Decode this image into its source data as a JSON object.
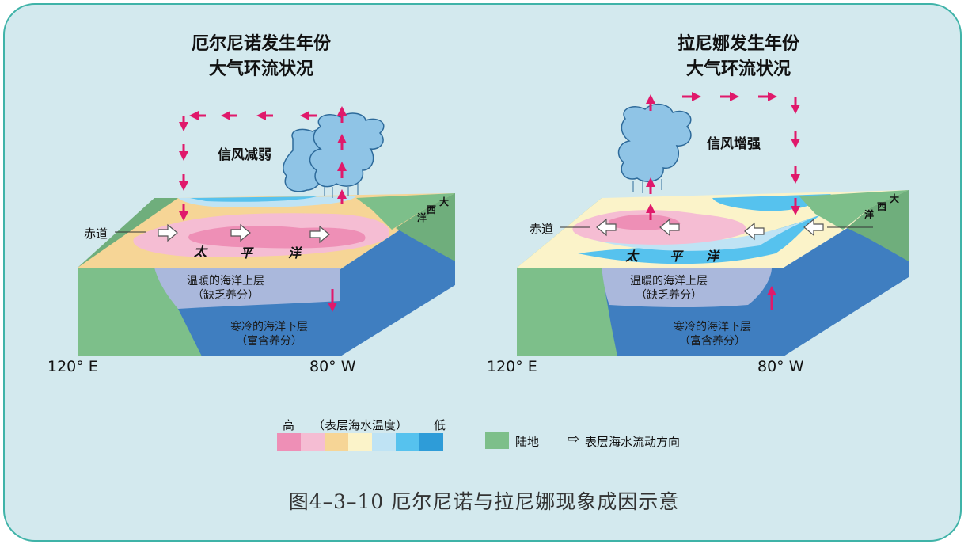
{
  "left_panel": {
    "title_line1": "厄尔尼诺发生年份",
    "title_line2": "大气环流状况",
    "wind_label": "信风减弱",
    "equator_label": "赤道",
    "pacific_chars": [
      "太",
      "平",
      "洋"
    ],
    "atlantic_chars": [
      "大",
      "西",
      "洋"
    ],
    "warm_layer_line1": "温暖的海洋上层",
    "warm_layer_line2": "（缺乏养分）",
    "cold_layer_line1": "寒冷的海洋下层",
    "cold_layer_line2": "（富含养分）",
    "lon_west": "120° E",
    "lon_east": "80° W"
  },
  "right_panel": {
    "title_line1": "拉尼娜发生年份",
    "title_line2": "大气环流状况",
    "wind_label": "信风增强",
    "equator_label": "赤道",
    "pacific_chars": [
      "太",
      "平",
      "洋"
    ],
    "atlantic_chars": [
      "大",
      "西",
      "洋"
    ],
    "warm_layer_line1": "温暖的海洋上层",
    "warm_layer_line2": "（缺乏养分）",
    "cold_layer_line1": "寒冷的海洋下层",
    "cold_layer_line2": "（富含养分）",
    "lon_west": "120° E",
    "lon_east": "80° W"
  },
  "legend": {
    "high_label": "高",
    "scale_label": "（表层海水温度）",
    "low_label": "低",
    "temp_colors": [
      "#ee8fb6",
      "#f5bdd3",
      "#f6d596",
      "#fbf3c9",
      "#bfe3f4",
      "#56c2ee",
      "#2e9cd8"
    ],
    "land_label": "陆地",
    "land_color": "#7dbf8a",
    "current_arrow_glyph": "⇨",
    "current_label": "表层海水流动方向"
  },
  "caption": "图4–3–10   厄尔尼诺与拉尼娜现象成因示意",
  "colors": {
    "background": "#d3e9ee",
    "border": "#3fb3a8",
    "wind_arrow": "#e0196b",
    "land": "#7dbf8a",
    "deep_ocean": "#3f7ec0",
    "warm_layer": "#aab8dc"
  }
}
